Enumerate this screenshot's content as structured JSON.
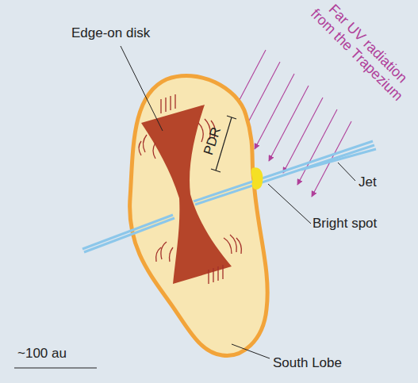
{
  "diagram": {
    "labels": [
      "Far UV radiation from the Trapezium",
      "Edge-on disk",
      "PDR",
      "Jet",
      "Bright spot",
      "South Lobe",
      "~100 au"
    ]
  }
}
